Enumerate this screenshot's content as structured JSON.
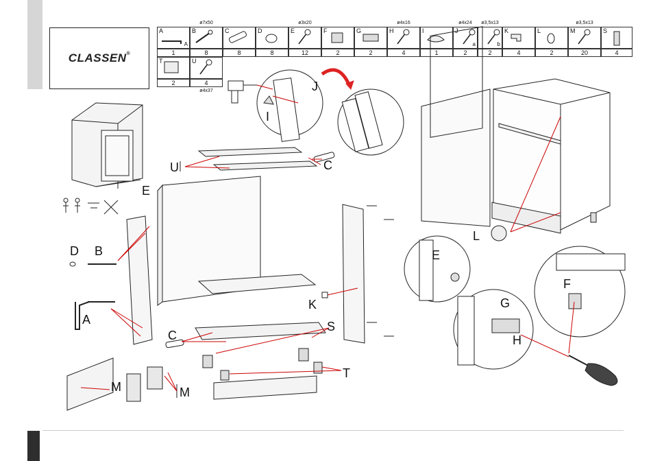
{
  "brand": {
    "logo_text": "CLASSEN",
    "reg_mark": "®"
  },
  "parts": [
    {
      "letter": "A",
      "sub": "A",
      "size": "",
      "qty": "1",
      "icon": "allen-key-icon"
    },
    {
      "letter": "B",
      "sub": "",
      "size": "ø7x50",
      "qty": "8",
      "icon": "long-screw-icon"
    },
    {
      "letter": "C",
      "sub": "",
      "size": "",
      "qty": "8",
      "icon": "dowel-icon"
    },
    {
      "letter": "D",
      "sub": "",
      "size": "",
      "qty": "8",
      "icon": "cap-icon"
    },
    {
      "letter": "E",
      "sub": "",
      "size": "ø3x20",
      "qty": "12",
      "icon": "screw-icon"
    },
    {
      "letter": "F",
      "sub": "",
      "size": "",
      "qty": "2",
      "icon": "hinge-plate-icon"
    },
    {
      "letter": "G",
      "sub": "",
      "size": "",
      "qty": "2",
      "icon": "hinge-icon"
    },
    {
      "letter": "H",
      "sub": "",
      "size": "ø4x16",
      "qty": "4",
      "icon": "screw-icon"
    },
    {
      "letter": "I",
      "sub": "",
      "size": "",
      "qty": "1",
      "icon": "handle-icon"
    },
    {
      "letter": "J",
      "sub": "a",
      "size": "ø4x24",
      "qty": "2",
      "icon": "screw-icon"
    },
    {
      "letter": "",
      "sub": "b",
      "size": "ø3,5x13",
      "qty": "2",
      "icon": "screw-icon"
    },
    {
      "letter": "K",
      "sub": "",
      "size": "",
      "qty": "4",
      "icon": "shelf-support-icon"
    },
    {
      "letter": "L",
      "sub": "",
      "size": "",
      "qty": "2",
      "icon": "bumper-icon"
    },
    {
      "letter": "M",
      "sub": "",
      "size": "ø3,5x13",
      "qty": "20",
      "icon": "screw-icon"
    },
    {
      "letter": "S",
      "sub": "",
      "size": "",
      "qty": "4",
      "icon": "leg-icon"
    }
  ],
  "parts_row2": [
    {
      "letter": "T",
      "sub": "",
      "size": "",
      "qty": "2",
      "icon": "plinth-clip-icon"
    },
    {
      "letter": "U",
      "sub": "",
      "size": "ø4x37",
      "qty": "4",
      "icon": "screw-icon"
    }
  ],
  "labels": {
    "I": "I",
    "J": "J",
    "U": "U",
    "C1": "C",
    "E1": "E",
    "D": "D",
    "B": "B",
    "A": "A",
    "K": "K",
    "C2": "C",
    "S": "S",
    "T": "T",
    "M1": "M",
    "M2": "M",
    "L": "L",
    "E2": "E",
    "G": "G",
    "H": "H",
    "F": "F"
  }
}
